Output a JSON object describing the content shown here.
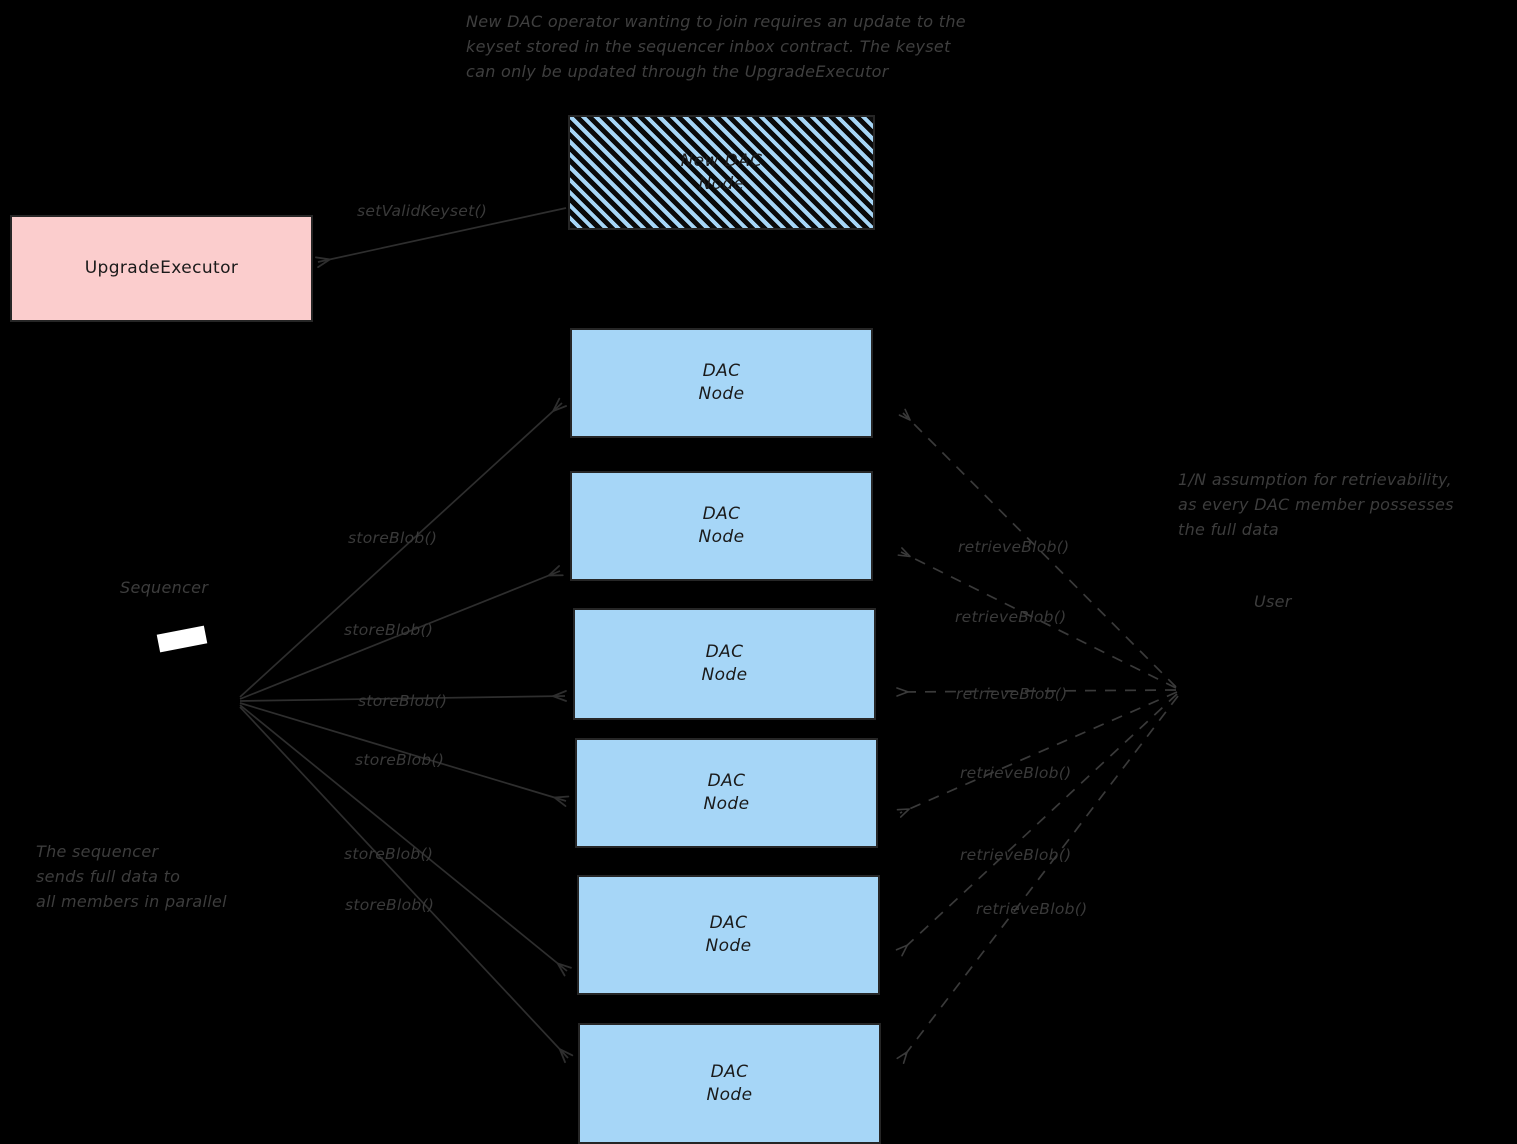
{
  "diagram": {
    "title_note": "New DAC operator wanting to join requires an update to the\nkeyset stored in the sequencer inbox contract. The keyset\ncan only be updated through the UpgradeExecutor",
    "background_color": "#000000"
  },
  "nodes": {
    "new_dac_node": {
      "label": "New DAC\nNode",
      "fill": "#a6d6f7",
      "style": "hatched"
    },
    "upgrade_executor": {
      "label": "UpgradeExecutor",
      "fill": "#fbcdcd"
    },
    "sequencer": {
      "label": "Sequencer",
      "icon": "sequencer-icon"
    },
    "user": {
      "label": "User"
    },
    "dac_nodes": [
      {
        "label": "DAC\nNode",
        "fill": "#a6d6f7"
      },
      {
        "label": "DAC\nNode",
        "fill": "#a6d6f7"
      },
      {
        "label": "DAC\nNode",
        "fill": "#a6d6f7"
      },
      {
        "label": "DAC\nNode",
        "fill": "#a6d6f7"
      },
      {
        "label": "DAC\nNode",
        "fill": "#a6d6f7"
      },
      {
        "label": "DAC\nNode",
        "fill": "#a6d6f7"
      }
    ]
  },
  "edge_labels": {
    "set_valid_keyset": "setValidKeyset()",
    "store_blob": [
      "storeBlob()",
      "storeBlob()",
      "storeBlob()",
      "storeBlob()",
      "storeBlob()",
      "storeBlob()"
    ],
    "retrieve_blob": [
      "retrieveBlob()",
      "retrieveBlob()",
      "retrieveBlob()",
      "retrieveBlob()",
      "retrieveBlob()",
      "retrieveBlob()"
    ]
  },
  "notes": {
    "sequencer_note": "The sequencer\nsends full data to\nall members in parallel",
    "retrievability_note": "1/N assumption for retrievability,\nas every DAC member possesses\nthe full data"
  }
}
